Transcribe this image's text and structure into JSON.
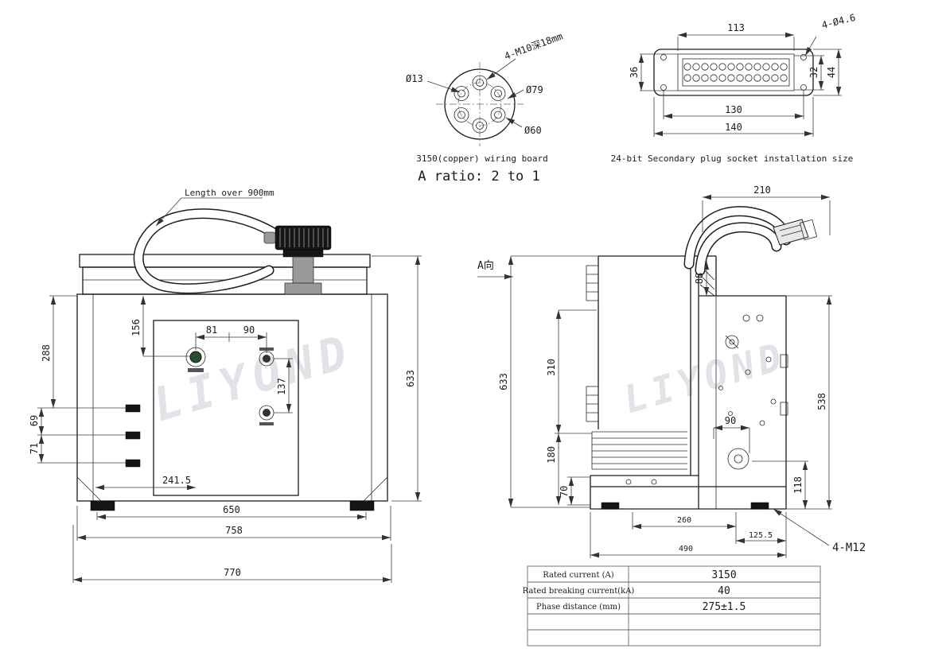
{
  "detail_view": {
    "bolt_label": "4-M10深18mm",
    "dia_13": "Ø13",
    "dia_79": "Ø79",
    "dia_60": "Ø60",
    "caption": "3150(copper) wiring board",
    "ratio_note": "A ratio: 2 to 1"
  },
  "socket_view": {
    "dim_113": "113",
    "holes_label": "4-Ø4.6",
    "dim_36": "36",
    "dim_32": "32",
    "dim_44": "44",
    "dim_130": "130",
    "dim_140": "140",
    "caption": "24-bit Secondary plug socket installation size"
  },
  "front_view": {
    "cable_note": "Length over 900mm",
    "dim_156": "156",
    "dim_81": "81",
    "dim_90": "90",
    "dim_288": "288",
    "dim_137": "137",
    "dim_69": "69",
    "dim_71": "71",
    "dim_241_5": "241.5",
    "dim_633": "633",
    "dim_650": "650",
    "dim_758": "758",
    "dim_770": "770"
  },
  "side_view": {
    "direction_label": "A向",
    "dim_210": "210",
    "dim_88": "88",
    "dim_310": "310",
    "dim_633": "633",
    "dim_180": "180",
    "dim_90": "90",
    "dim_70": "70",
    "dim_538": "538",
    "dim_118": "118",
    "dim_260": "260",
    "dim_125_5": "125.5",
    "dim_490": "490",
    "bolt_label": "4-M12"
  },
  "watermark": "LIYOND",
  "spec_table": {
    "rows": [
      {
        "label": "Rated current (A)",
        "value": "3150"
      },
      {
        "label": "Rated breaking current(kA)",
        "value": "40"
      },
      {
        "label": "Phase distance (mm)",
        "value": "275±1.5"
      }
    ]
  }
}
